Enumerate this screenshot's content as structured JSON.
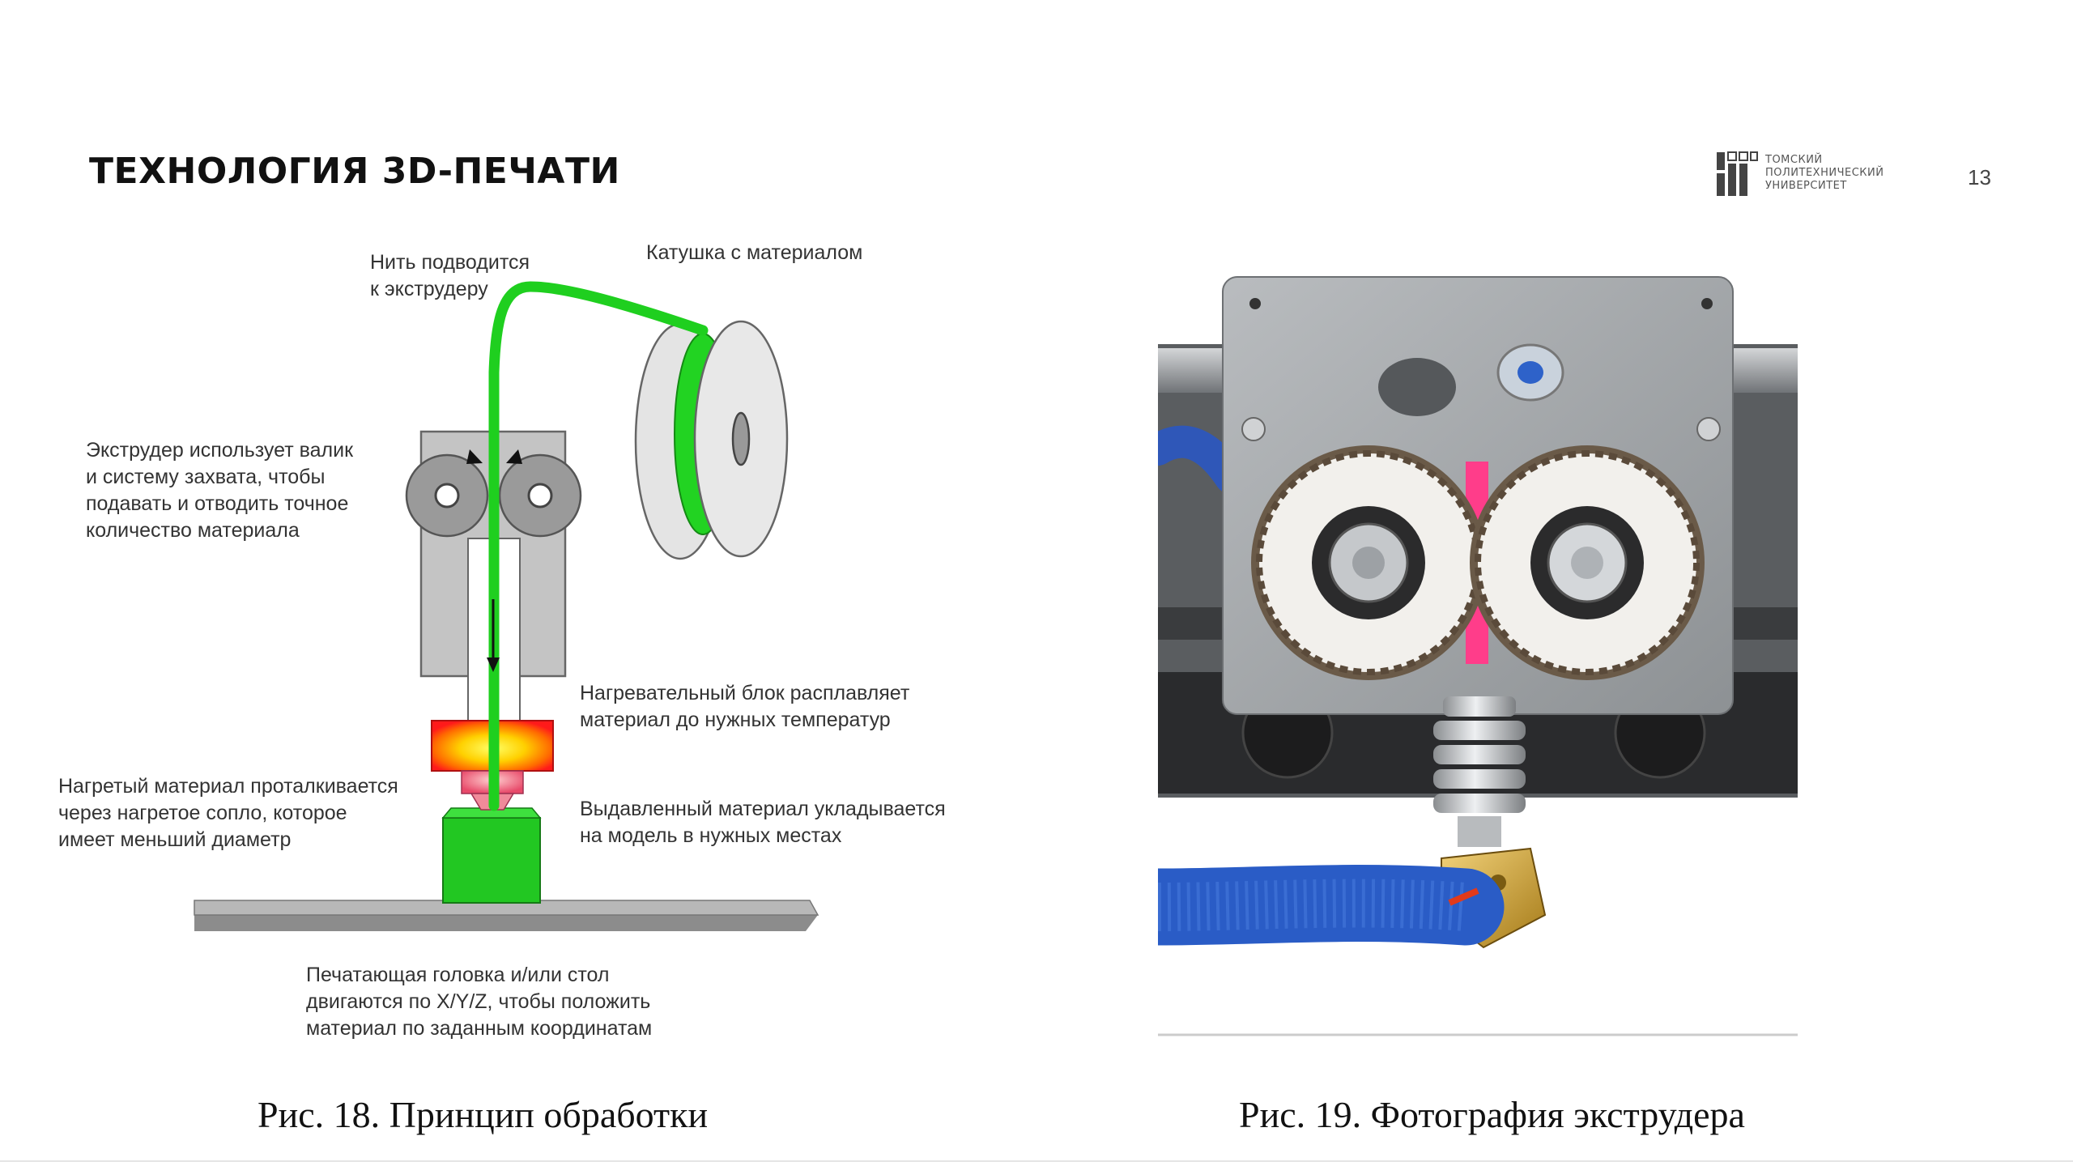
{
  "slide": {
    "title": "ТЕХНОЛОГИЯ 3D-ПЕЧАТИ",
    "page_number": "13"
  },
  "logo": {
    "line1": "ТОМСКИЙ",
    "line2": "ПОЛИТЕХНИЧЕСКИЙ",
    "line3": "УНИВЕРСИТЕТ"
  },
  "diagram": {
    "filament_label": "Нить подводится\nк экструдеру",
    "spool_label": "Катушка с материалом",
    "extruder_label": "Экструдер использует валик\nи систему захвата, чтобы\nподавать и отводить точное\nколичество материала",
    "heater_label": "Нагревательный блок расплавляет\nматериал до нужных температур",
    "nozzle_label": "Нагретый материал проталкивается\nчерез нагретое сопло, которое\nимеет меньший диаметр",
    "deposit_label": "Выдавленный материал укладывается\nна модель в нужных местах",
    "motion_label": "Печатающая головка и/или стол\nдвигаются по X/Y/Z, чтобы положить\nматериал по заданным координатам",
    "colors": {
      "filament": "#22d322",
      "heater_core": "#ffe000",
      "heater_edge": "#ff2a1a",
      "body": "#c4c4c4"
    }
  },
  "captions": {
    "left": "Рис. 18. Принцип обработки",
    "right": "Рис. 19. Фотография экструдера"
  }
}
